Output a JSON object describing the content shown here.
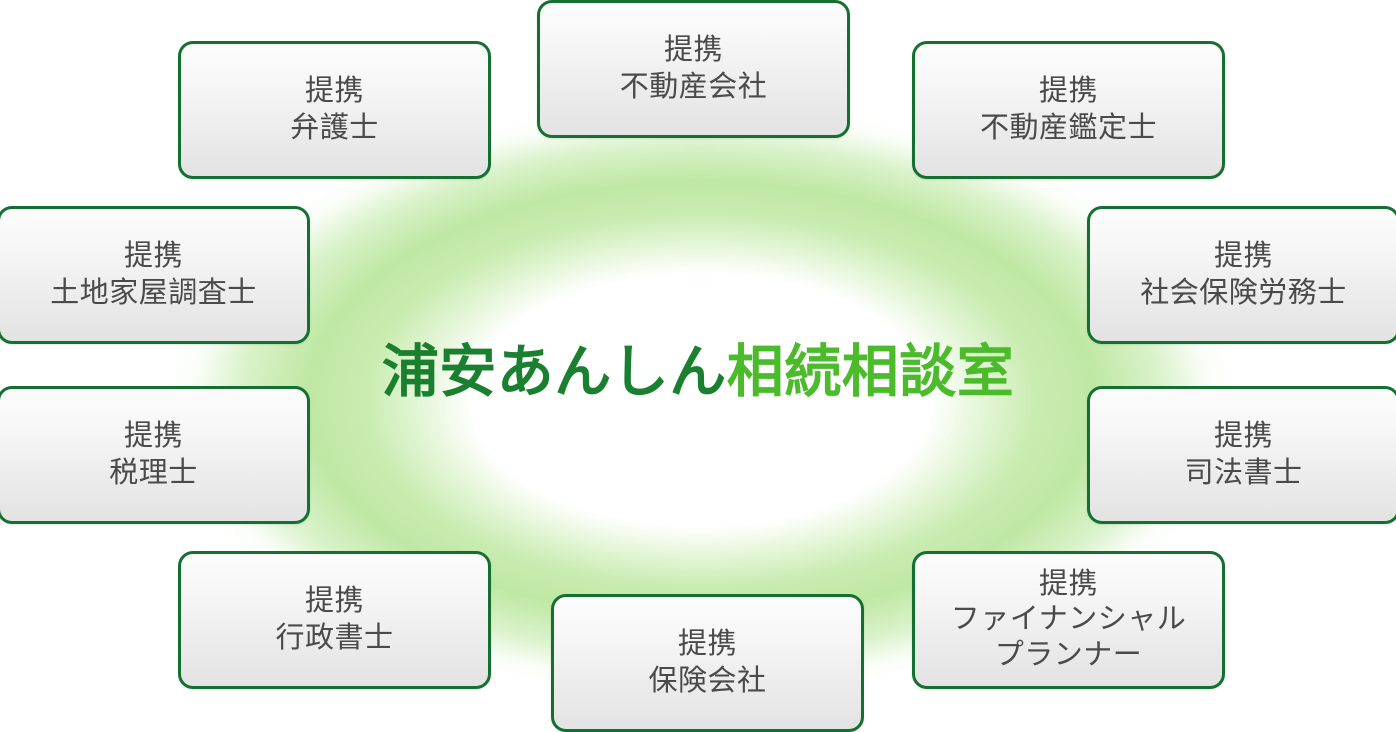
{
  "diagram": {
    "center": {
      "title_full": "浦安あんしん相続相談室",
      "title_part_dark": "浦安あんしん",
      "title_part_light": "相続相談室",
      "color_dark": "#1a8030",
      "color_light": "#4cbb2b"
    },
    "background": {
      "blob_color": "#c9ecb1",
      "page_color": "#ffffff"
    },
    "box_style": {
      "border_color": "#137030",
      "text_color": "#4a4a4a",
      "fill_top": "#fcfcfc",
      "fill_bottom": "#e3e3e3"
    },
    "nodes": [
      {
        "id": "real-estate-company",
        "prefix": "提携",
        "name": "不動産会社",
        "label": "提携\n不動産会社"
      },
      {
        "id": "lawyer",
        "prefix": "提携",
        "name": "弁護士",
        "label": "提携\n弁護士"
      },
      {
        "id": "real-estate-appraiser",
        "prefix": "提携",
        "name": "不動産鑑定士",
        "label": "提携\n不動産鑑定士"
      },
      {
        "id": "land-surveyor",
        "prefix": "提携",
        "name": "土地家屋調査士",
        "label": "提携\n土地家屋調査士"
      },
      {
        "id": "labor-consultant",
        "prefix": "提携",
        "name": "社会保険労務士",
        "label": "提携\n社会保険労務士"
      },
      {
        "id": "tax-accountant",
        "prefix": "提携",
        "name": "税理士",
        "label": "提携\n税理士"
      },
      {
        "id": "judicial-scrivener",
        "prefix": "提携",
        "name": "司法書士",
        "label": "提携\n司法書士"
      },
      {
        "id": "administrative-scrivener",
        "prefix": "提携",
        "name": "行政書士",
        "label": "提携\n行政書士"
      },
      {
        "id": "insurance-company",
        "prefix": "提携",
        "name": "保険会社",
        "label": "提携\n保険会社"
      },
      {
        "id": "financial-planner",
        "prefix": "提携",
        "name": "ファイナンシャルプランナー",
        "label": "提携\nファイナンシャル\nプランナー"
      }
    ]
  }
}
